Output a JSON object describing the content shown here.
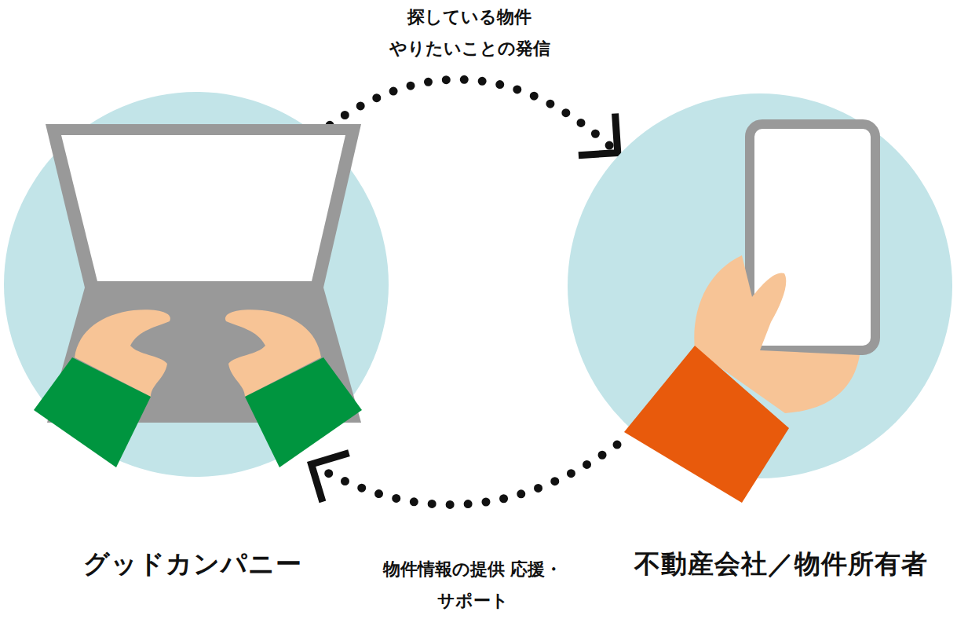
{
  "diagram": {
    "nodes": [
      {
        "text": [
          "グッドカンパニー"
        ]
      },
      {
        "text": [
          "不動産会社／物件所有者"
        ]
      }
    ],
    "edges": [
      {
        "from": 0,
        "to": 1,
        "arrow": "to",
        "label": "探している物件 やりたいことの発信"
      },
      {
        "from": 1,
        "to": 0,
        "arrow": "to",
        "label": "物件情報の提供 応援・サポート"
      }
    ]
  }
}
